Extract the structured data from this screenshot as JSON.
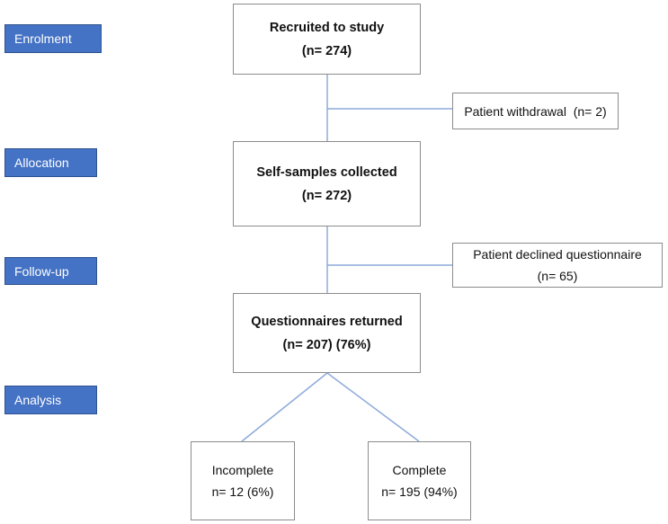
{
  "stages": {
    "enrolment": "Enrolment",
    "allocation": "Allocation",
    "follow_up": "Follow-up",
    "analysis": "Analysis"
  },
  "boxes": {
    "recruited": {
      "line1": "Recruited to study",
      "line2": "(n= 274)"
    },
    "withdrawal": {
      "line1": "Patient withdrawal  (n= 2)"
    },
    "self_samples": {
      "line1": "Self-samples collected",
      "line2": "(n= 272)"
    },
    "declined": {
      "line1": "Patient declined questionnaire",
      "line2": "(n= 65)"
    },
    "returned": {
      "line1": "Questionnaires returned",
      "line2": "(n= 207) (76%)"
    },
    "incomplete": {
      "line1": "Incomplete",
      "line2": "n= 12 (6%)"
    },
    "complete": {
      "line1": "Complete",
      "line2": "n= 195 (94%)"
    }
  },
  "colors": {
    "stage_fill": "#4472c4",
    "connector": "#8eaadb",
    "box_border": "#8c8c8c"
  }
}
